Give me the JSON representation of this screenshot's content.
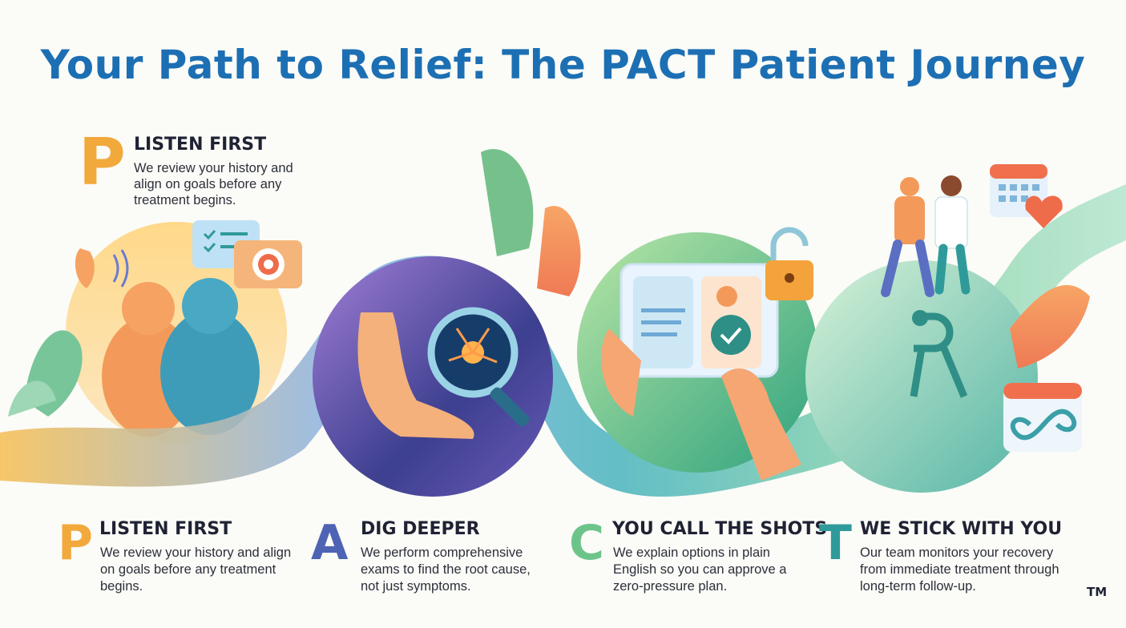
{
  "title": "Your Path to Relief: The PACT Patient Journey",
  "colors": {
    "title": "#1d6fb3",
    "p": "#f2a93b",
    "a": "#4f63b5",
    "c": "#6cc48a",
    "t": "#2f9a9a"
  },
  "top_step": {
    "letter": "P",
    "heading": "LISTEN FIRST",
    "body": "We review your history and align on goals before any treatment begins."
  },
  "steps": [
    {
      "letter": "P",
      "heading": "LISTEN FIRST",
      "body": "We review your history and align on goals before any treatment begins."
    },
    {
      "letter": "A",
      "heading": "DIG DEEPER",
      "body": "We perform comprehensive exams to find the root cause, not just symptoms."
    },
    {
      "letter": "C",
      "heading": "YOU CALL THE SHOTS",
      "body": "We explain options in plain English so you can approve a zero-pressure plan."
    },
    {
      "letter": "T",
      "heading": "WE STICK WITH YOU",
      "body": "Our team monitors your recovery from immediate treatment through long-term follow-up."
    }
  ],
  "trademark": "TM"
}
